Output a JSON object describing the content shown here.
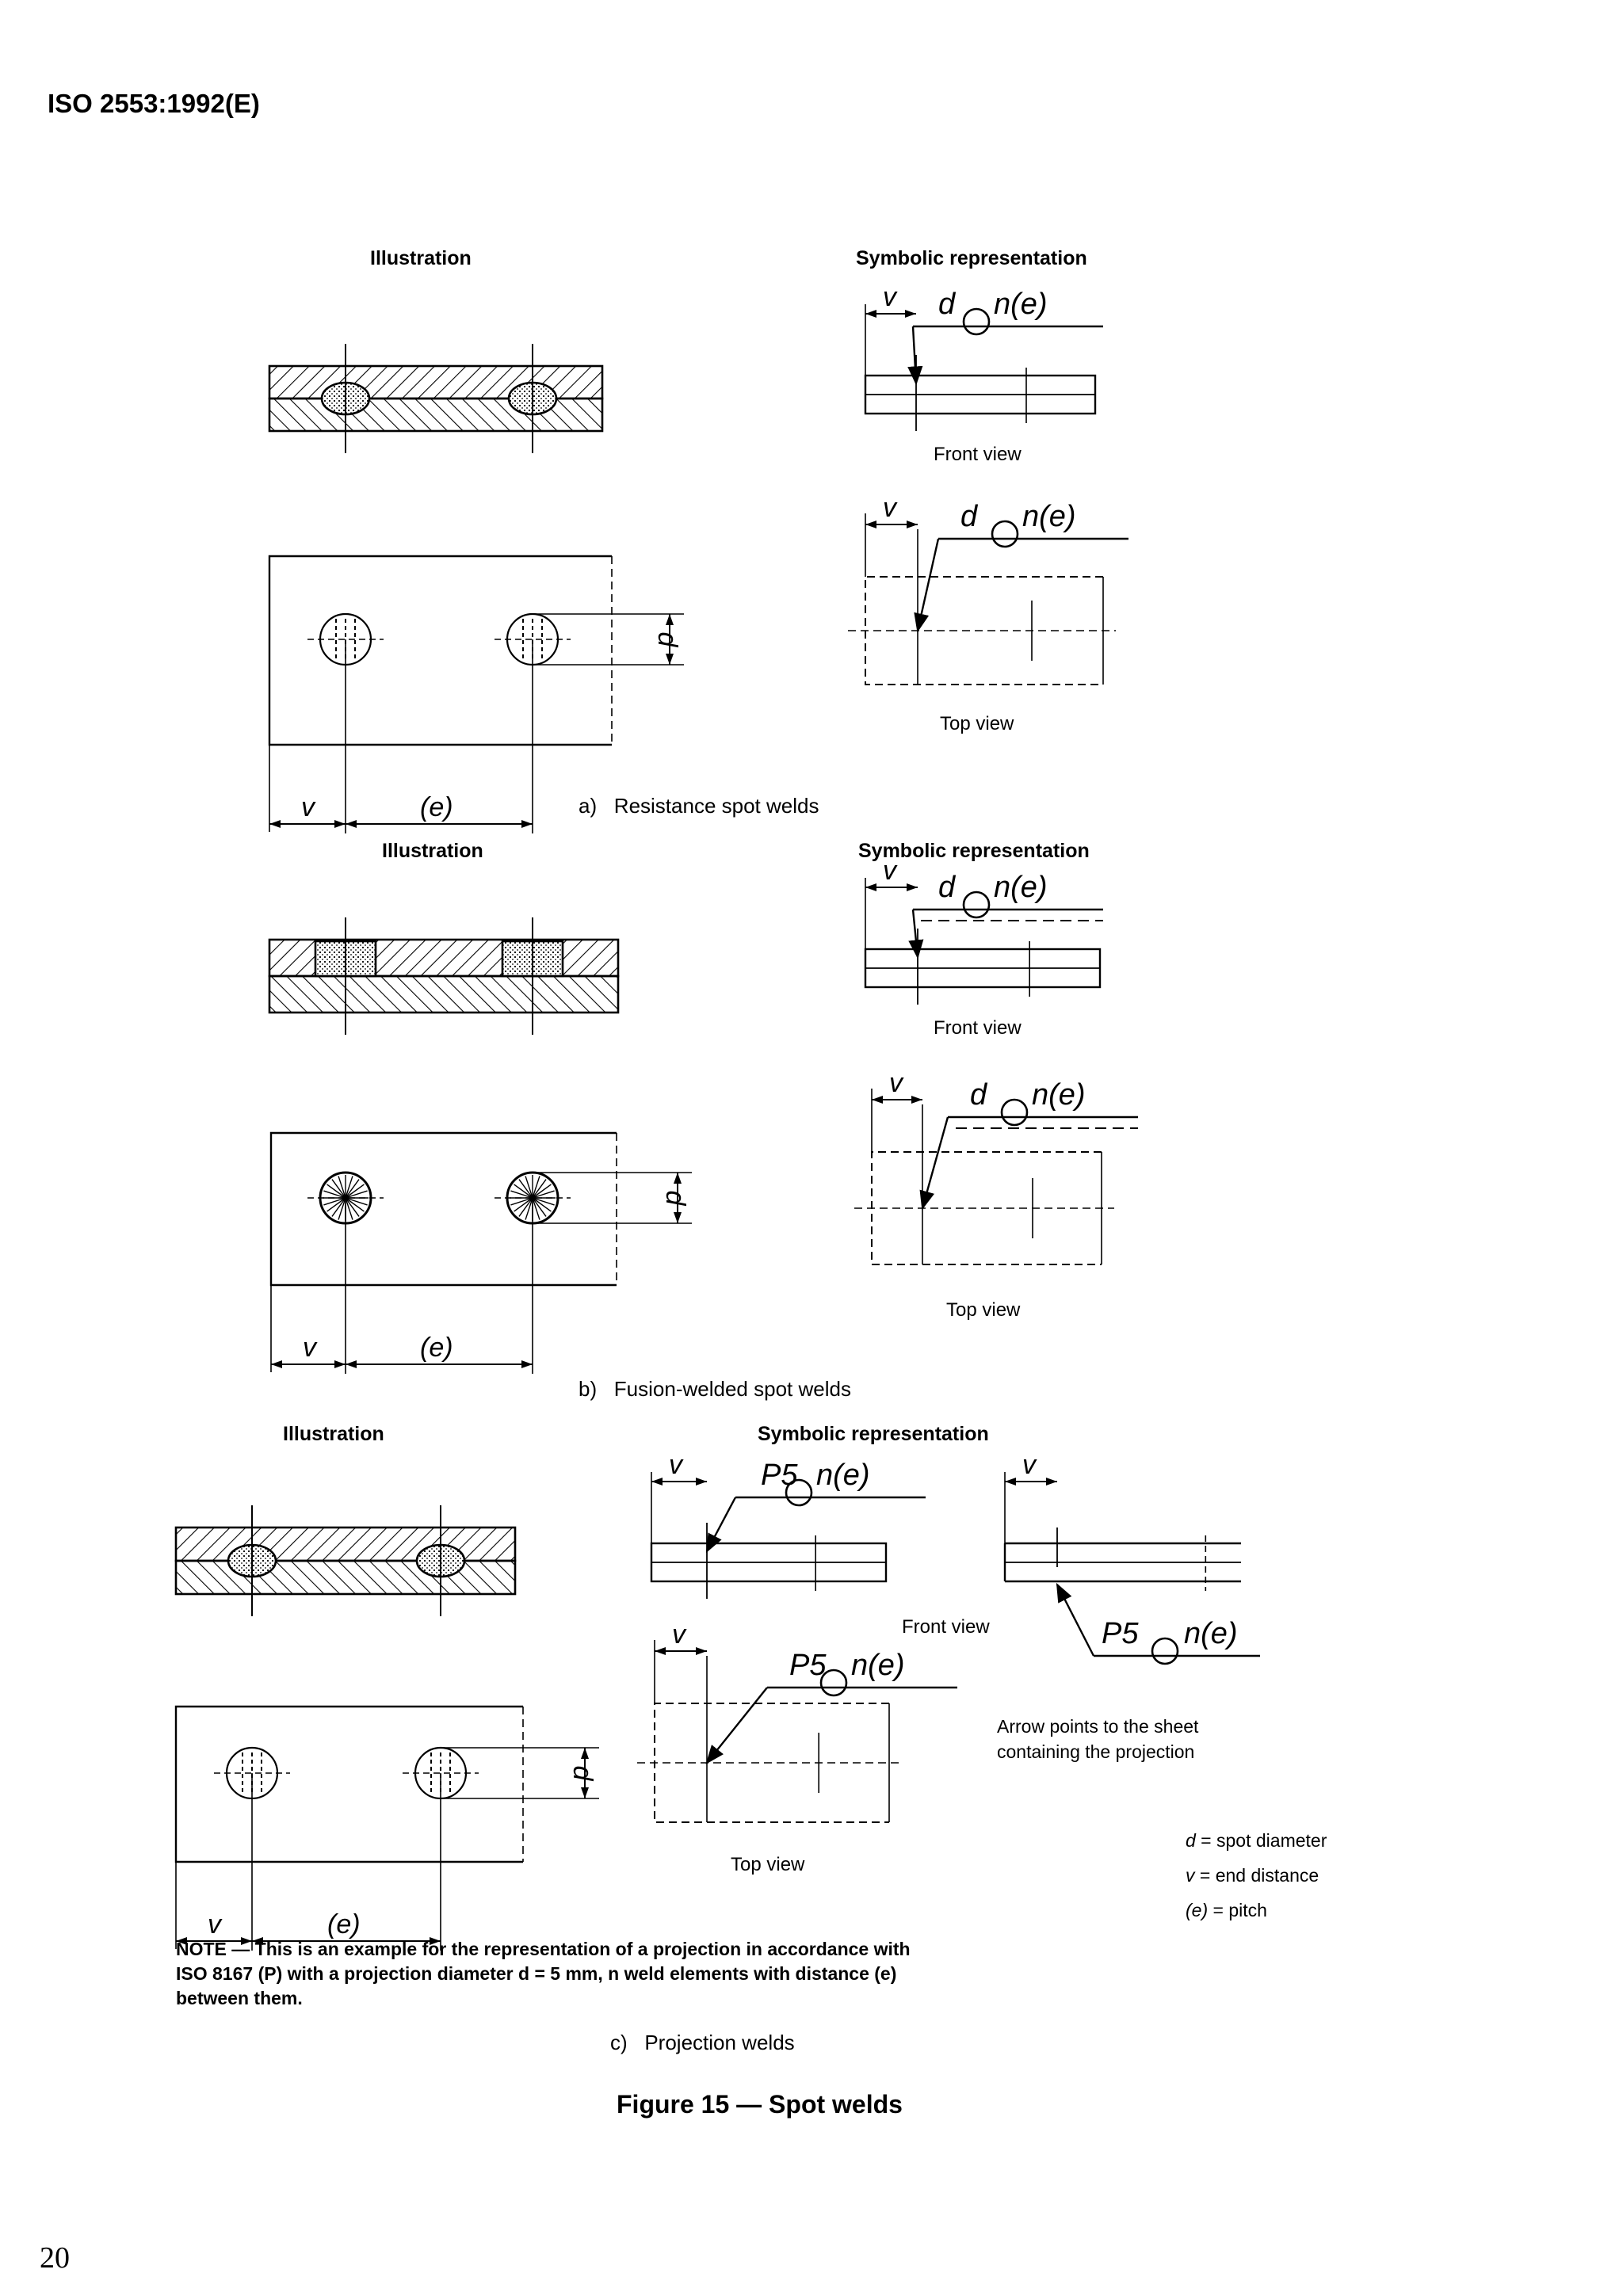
{
  "header": "ISO 2553:1992(E)",
  "labels": {
    "illustration": "Illustration",
    "symbolic": "Symbolic representation",
    "front_view": "Front view",
    "top_view": "Top view"
  },
  "symbols": {
    "d": "d",
    "v": "v",
    "ne": "n(e)",
    "e": "(e)",
    "p5": "P5"
  },
  "subfigures": [
    {
      "letter": "a)",
      "caption": "Resistance spot welds"
    },
    {
      "letter": "b)",
      "caption": "Fusion-welded spot welds"
    },
    {
      "letter": "c)",
      "caption": "Projection welds"
    }
  ],
  "arrow_note": [
    "Arrow points to the sheet",
    "containing the projection"
  ],
  "legend": [
    {
      "sym": "d",
      "def": "spot diameter"
    },
    {
      "sym": "v",
      "def": "end distance"
    },
    {
      "sym": "(e)",
      "def": "pitch"
    }
  ],
  "note": [
    "NOTE — This is an example for the representation of a projection in accordance with",
    "ISO 8167 (P) with a projection diameter d = 5 mm, n weld elements with distance (e)",
    "between them."
  ],
  "figure_caption": "Figure 15 — Spot welds",
  "page_number": "20"
}
